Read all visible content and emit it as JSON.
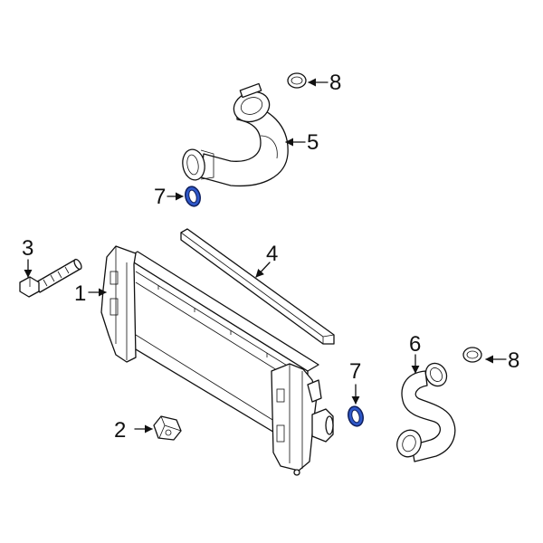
{
  "diagram": {
    "colors": {
      "line": "#111111",
      "seal_fill": "#2f58c9",
      "seal_stroke": "#0f1f5c",
      "background": "#ffffff"
    },
    "callouts": [
      {
        "id": "1",
        "text": "1"
      },
      {
        "id": "2",
        "text": "2"
      },
      {
        "id": "3",
        "text": "3"
      },
      {
        "id": "4",
        "text": "4"
      },
      {
        "id": "5",
        "text": "5"
      },
      {
        "id": "6",
        "text": "6"
      },
      {
        "id": "7a",
        "text": "7"
      },
      {
        "id": "7b",
        "text": "7"
      },
      {
        "id": "8a",
        "text": "8"
      },
      {
        "id": "8b",
        "text": "8"
      }
    ]
  }
}
